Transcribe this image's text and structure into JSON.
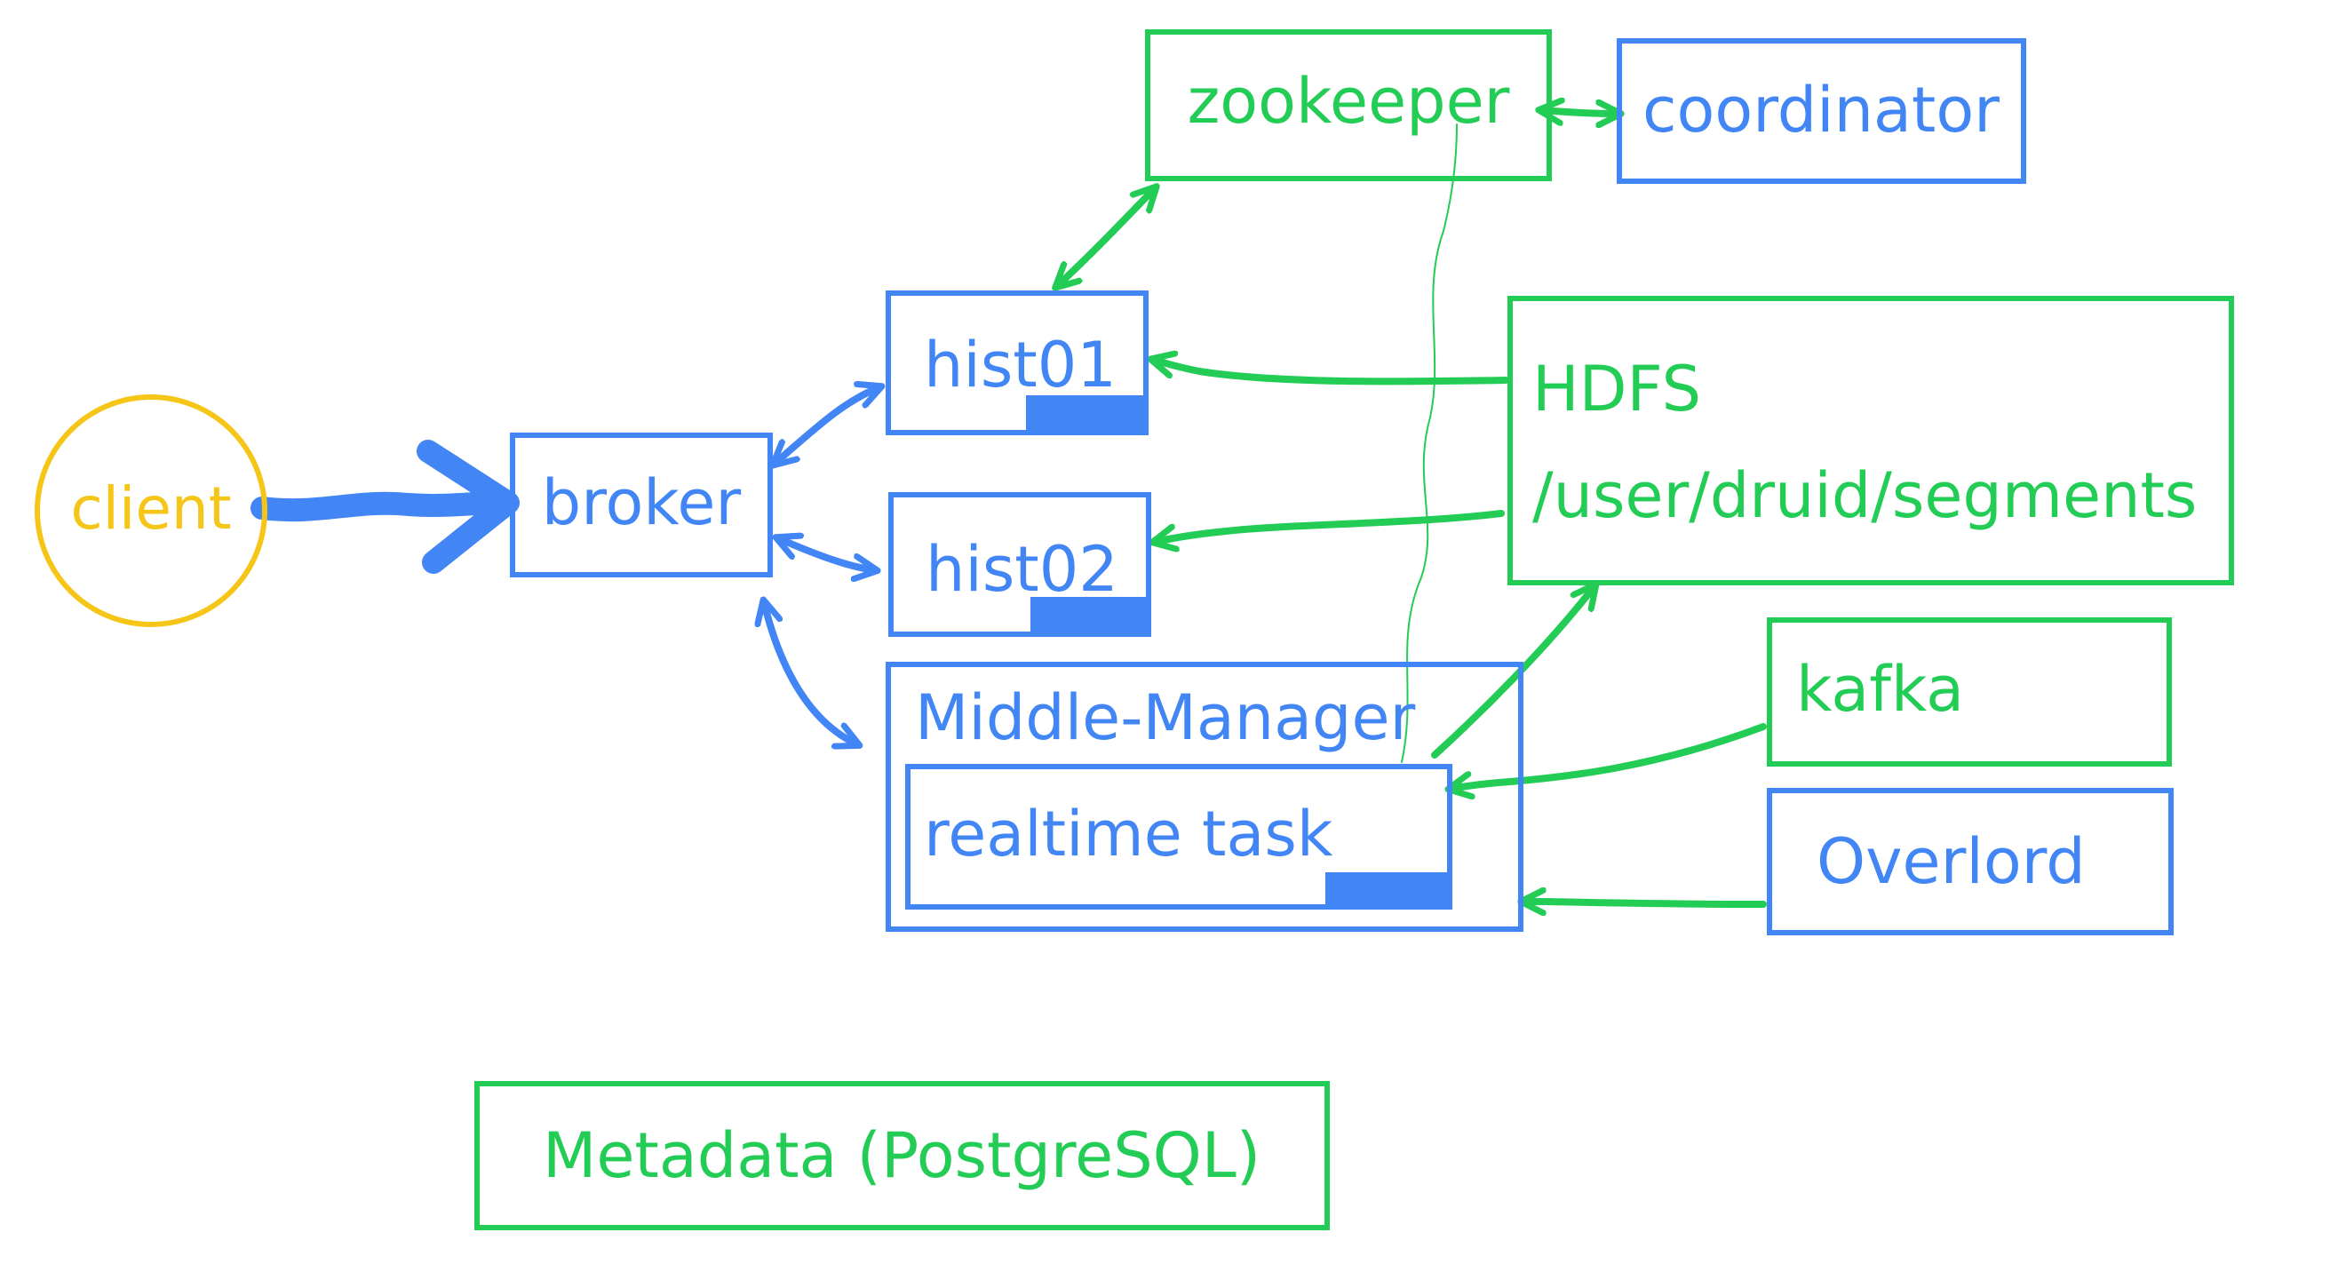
{
  "colors": {
    "blue": "#4285f4",
    "green": "#22cc55",
    "yellow": "#f5c518",
    "background": "#ffffff"
  },
  "nodes": {
    "client": "client",
    "broker": "broker",
    "hist01": "hist01",
    "hist02": "hist02",
    "middle_manager": "Middle-Manager",
    "realtime_task": "realtime task",
    "zookeeper": "zookeeper",
    "coordinator": "coordinator",
    "hdfs_line1": "HDFS",
    "hdfs_line2": "/user/druid/segments",
    "kafka": "kafka",
    "overlord": "Overlord",
    "metadata": "Metadata (PostgreSQL)"
  },
  "edges": [
    {
      "from": "client",
      "to": "broker",
      "style": "thick-arrow"
    },
    {
      "from": "broker",
      "to": "hist01",
      "style": "bidirectional"
    },
    {
      "from": "broker",
      "to": "hist02",
      "style": "bidirectional"
    },
    {
      "from": "broker",
      "to": "middle_manager",
      "style": "bidirectional"
    },
    {
      "from": "hist01",
      "to": "zookeeper",
      "style": "bidirectional"
    },
    {
      "from": "zookeeper",
      "to": "coordinator",
      "style": "bidirectional"
    },
    {
      "from": "hdfs",
      "to": "hist01",
      "style": "arrow"
    },
    {
      "from": "hdfs",
      "to": "hist02",
      "style": "arrow"
    },
    {
      "from": "realtime_task",
      "to": "hdfs",
      "style": "arrow"
    },
    {
      "from": "kafka",
      "to": "realtime_task",
      "style": "arrow"
    },
    {
      "from": "overlord",
      "to": "middle_manager",
      "style": "arrow"
    },
    {
      "from": "realtime_task",
      "to": "zookeeper",
      "style": "thin-line"
    }
  ]
}
